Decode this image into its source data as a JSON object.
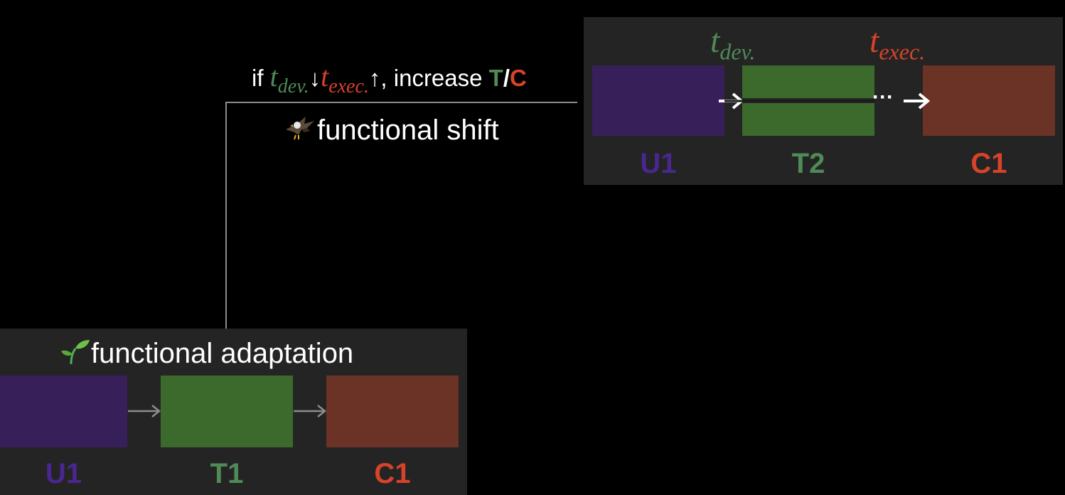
{
  "colors": {
    "background": "#000000",
    "panel": "#242424",
    "u": "#37205a",
    "t": "#3c6a2c",
    "c": "#6b3326",
    "u_text": "#4a2690",
    "t_text": "#4f8a57",
    "c_text": "#d7432a",
    "dev_text": "#4f8a57",
    "exec_text": "#d7432a",
    "connector": "#8c8c8c"
  },
  "condition": {
    "prefix": "if ",
    "t_dev": "t",
    "t_dev_sub": "dev.",
    "down_arrow": "↓",
    "t_exec": "t",
    "t_exec_sub": "exec.",
    "up_arrow": "↑",
    "middle": ", increase ",
    "t_letter": "T",
    "slash": "/",
    "c_letter": "C"
  },
  "shift": {
    "icon": "eagle-icon",
    "label": "functional shift"
  },
  "adaptation": {
    "icon": "seedling-icon",
    "label": "functional adaptation",
    "boxes": [
      "U1",
      "T1",
      "C1"
    ]
  },
  "shift_panel": {
    "t_dev": "t",
    "t_dev_sub": "dev.",
    "t_exec": "t",
    "t_exec_sub": "exec.",
    "dots": "···",
    "boxes": [
      "U1",
      "T2",
      "C1"
    ]
  }
}
